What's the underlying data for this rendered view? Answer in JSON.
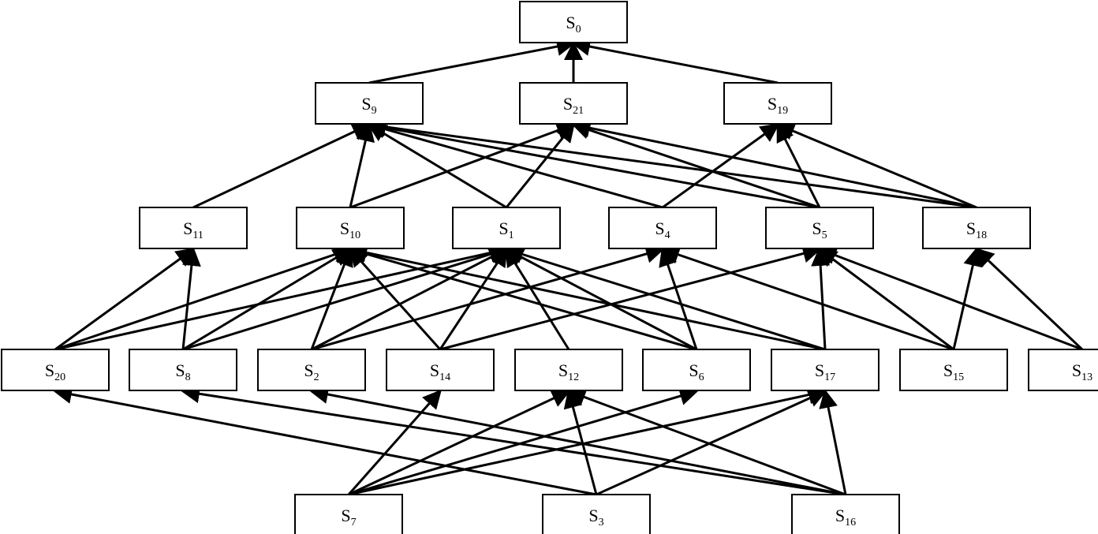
{
  "nodes": [
    {
      "id": "S0",
      "letter": "S",
      "sub": "0"
    },
    {
      "id": "S9",
      "letter": "S",
      "sub": "9"
    },
    {
      "id": "S21",
      "letter": "S",
      "sub": "21"
    },
    {
      "id": "S19",
      "letter": "S",
      "sub": "19"
    },
    {
      "id": "S11",
      "letter": "S",
      "sub": "11"
    },
    {
      "id": "S10",
      "letter": "S",
      "sub": "10"
    },
    {
      "id": "S1",
      "letter": "S",
      "sub": "1"
    },
    {
      "id": "S4",
      "letter": "S",
      "sub": "4"
    },
    {
      "id": "S5",
      "letter": "S",
      "sub": "5"
    },
    {
      "id": "S18",
      "letter": "S",
      "sub": "18"
    },
    {
      "id": "S20",
      "letter": "S",
      "sub": "20"
    },
    {
      "id": "S8",
      "letter": "S",
      "sub": "8"
    },
    {
      "id": "S2",
      "letter": "S",
      "sub": "2"
    },
    {
      "id": "S14",
      "letter": "S",
      "sub": "14"
    },
    {
      "id": "S12",
      "letter": "S",
      "sub": "12"
    },
    {
      "id": "S6",
      "letter": "S",
      "sub": "6"
    },
    {
      "id": "S17",
      "letter": "S",
      "sub": "17"
    },
    {
      "id": "S15",
      "letter": "S",
      "sub": "15"
    },
    {
      "id": "S13",
      "letter": "S",
      "sub": "13"
    },
    {
      "id": "S7",
      "letter": "S",
      "sub": "7"
    },
    {
      "id": "S3",
      "letter": "S",
      "sub": "3"
    },
    {
      "id": "S16",
      "letter": "S",
      "sub": "16"
    }
  ],
  "edges": [
    {
      "from": "S9",
      "to": "S0"
    },
    {
      "from": "S21",
      "to": "S0"
    },
    {
      "from": "S19",
      "to": "S0"
    },
    {
      "from": "S11",
      "to": "S9"
    },
    {
      "from": "S10",
      "to": "S9"
    },
    {
      "from": "S1",
      "to": "S9"
    },
    {
      "from": "S4",
      "to": "S9"
    },
    {
      "from": "S5",
      "to": "S9"
    },
    {
      "from": "S18",
      "to": "S9"
    },
    {
      "from": "S10",
      "to": "S21"
    },
    {
      "from": "S1",
      "to": "S21"
    },
    {
      "from": "S5",
      "to": "S21"
    },
    {
      "from": "S18",
      "to": "S21"
    },
    {
      "from": "S4",
      "to": "S19"
    },
    {
      "from": "S5",
      "to": "S19"
    },
    {
      "from": "S18",
      "to": "S19"
    },
    {
      "from": "S20",
      "to": "S11"
    },
    {
      "from": "S8",
      "to": "S11"
    },
    {
      "from": "S20",
      "to": "S10"
    },
    {
      "from": "S8",
      "to": "S10"
    },
    {
      "from": "S2",
      "to": "S10"
    },
    {
      "from": "S14",
      "to": "S10"
    },
    {
      "from": "S6",
      "to": "S10"
    },
    {
      "from": "S17",
      "to": "S10"
    },
    {
      "from": "S20",
      "to": "S1"
    },
    {
      "from": "S8",
      "to": "S1"
    },
    {
      "from": "S2",
      "to": "S1"
    },
    {
      "from": "S14",
      "to": "S1"
    },
    {
      "from": "S12",
      "to": "S1"
    },
    {
      "from": "S6",
      "to": "S1"
    },
    {
      "from": "S17",
      "to": "S1"
    },
    {
      "from": "S2",
      "to": "S4"
    },
    {
      "from": "S6",
      "to": "S4"
    },
    {
      "from": "S15",
      "to": "S4"
    },
    {
      "from": "S14",
      "to": "S5"
    },
    {
      "from": "S17",
      "to": "S5"
    },
    {
      "from": "S15",
      "to": "S5"
    },
    {
      "from": "S13",
      "to": "S5"
    },
    {
      "from": "S15",
      "to": "S18"
    },
    {
      "from": "S13",
      "to": "S18"
    },
    {
      "from": "S3",
      "to": "S20"
    },
    {
      "from": "S16",
      "to": "S8"
    },
    {
      "from": "S16",
      "to": "S2"
    },
    {
      "from": "S7",
      "to": "S14"
    },
    {
      "from": "S7",
      "to": "S12"
    },
    {
      "from": "S3",
      "to": "S12"
    },
    {
      "from": "S16",
      "to": "S12"
    },
    {
      "from": "S7",
      "to": "S6"
    },
    {
      "from": "S7",
      "to": "S17"
    },
    {
      "from": "S3",
      "to": "S17"
    },
    {
      "from": "S16",
      "to": "S17"
    }
  ]
}
